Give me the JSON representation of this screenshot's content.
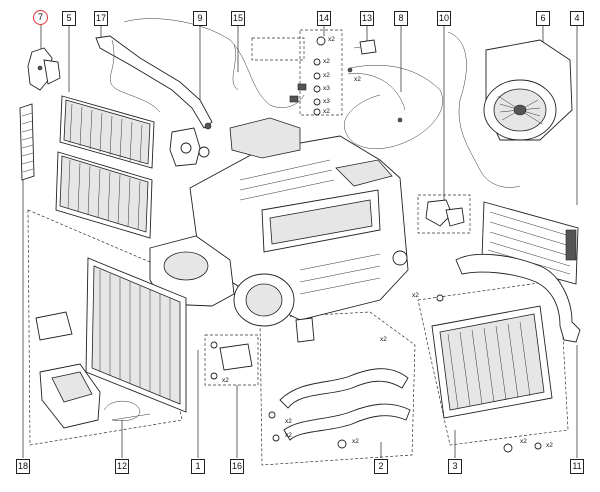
{
  "callouts_top": [
    {
      "num": "7",
      "highlighted": true
    },
    {
      "num": "5",
      "highlighted": false
    },
    {
      "num": "17",
      "highlighted": false
    },
    {
      "num": "9",
      "highlighted": false
    },
    {
      "num": "15",
      "highlighted": false
    },
    {
      "num": "14",
      "highlighted": false
    },
    {
      "num": "13",
      "highlighted": false
    },
    {
      "num": "8",
      "highlighted": false
    },
    {
      "num": "10",
      "highlighted": false
    },
    {
      "num": "6",
      "highlighted": false
    },
    {
      "num": "4",
      "highlighted": false
    }
  ],
  "callouts_bottom": [
    {
      "num": "18"
    },
    {
      "num": "12"
    },
    {
      "num": "1"
    },
    {
      "num": "16"
    },
    {
      "num": "2"
    },
    {
      "num": "3"
    },
    {
      "num": "11"
    }
  ],
  "quantities": {
    "hose_clip": "x2",
    "x2_a": "x2",
    "x2_b": "x2",
    "x2_c": "x2",
    "x2_d": "x2",
    "x2_e": "x2",
    "x2_f": "x2",
    "x2_g": "x2",
    "x2_h": "x2",
    "x2_i": "x2",
    "x2_j": "x2",
    "x2_k": "x2",
    "x2_l": "x2",
    "x3_a": "x3",
    "x3_b": "x3"
  },
  "colors": {
    "highlight": "#d33333",
    "line": "#222222"
  }
}
